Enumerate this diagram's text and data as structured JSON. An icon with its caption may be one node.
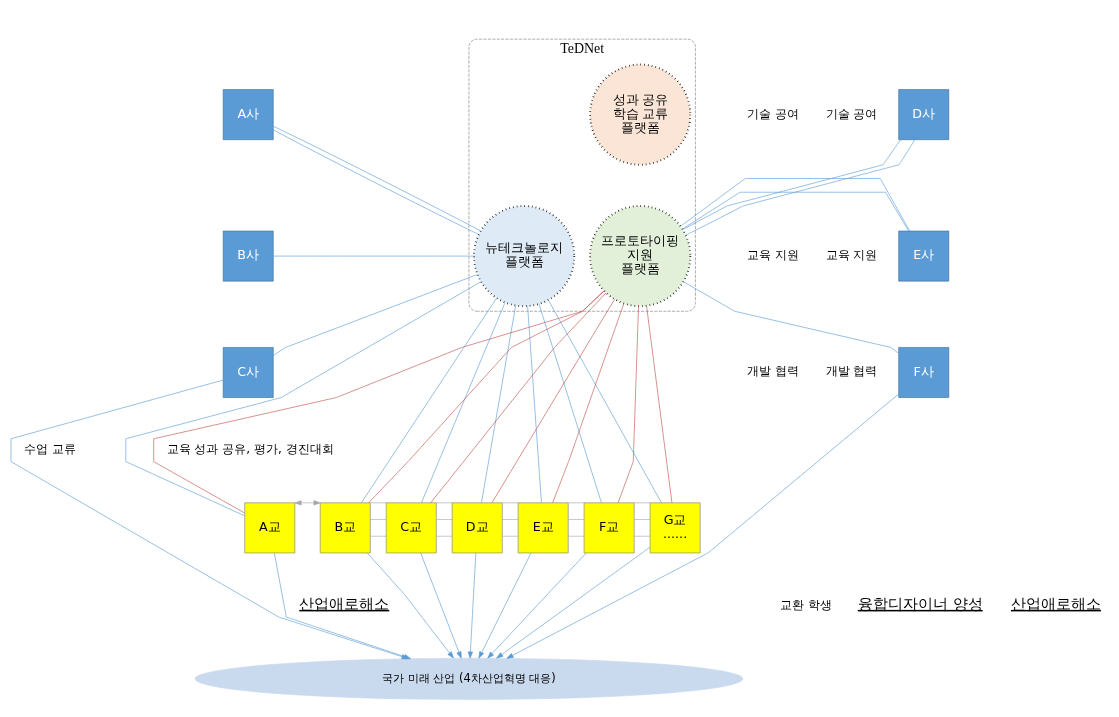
{
  "diagram": {
    "nodes": [
      {
        "text": [
          "TeDNet"
        ]
      },
      {
        "text": [
          "뉴테크놀로지 플랫폼"
        ],
        "in": 0
      },
      {
        "text": [
          "성과 공유 학습 교류 플랫폼"
        ],
        "in": 0
      },
      {
        "text": [
          "프로토타이핑 지원 플랫폼"
        ],
        "in": 0
      },
      {
        "text": [
          "A사"
        ]
      },
      {
        "text": [
          "B사"
        ]
      },
      {
        "text": [
          "C사"
        ]
      },
      {
        "text": [
          "D사"
        ]
      },
      {
        "text": [
          "E사"
        ]
      },
      {
        "text": [
          "F사"
        ]
      },
      {
        "text": [
          "A교"
        ]
      },
      {
        "text": [
          "B교"
        ]
      },
      {
        "text": [
          "C교"
        ]
      },
      {
        "text": [
          "D교"
        ]
      },
      {
        "text": [
          "E교"
        ]
      },
      {
        "text": [
          "F교"
        ]
      },
      {
        "text": [
          "G교",
          "......"
        ]
      },
      {
        "text": [
          "국가 미래 산업 (4차산업혁명 대응)"
        ]
      }
    ],
    "edges": [
      {
        "from": 4,
        "to": 1,
        "arrow": "none"
      },
      {
        "from": 4,
        "to": 1,
        "arrow": "none"
      },
      {
        "from": 5,
        "to": 1,
        "arrow": "none"
      },
      {
        "from": 6,
        "to": 1,
        "arrow": "none"
      },
      {
        "from": 7,
        "to": 3,
        "arrow": "none"
      },
      {
        "from": 7,
        "to": 3,
        "arrow": "none"
      },
      {
        "from": 8,
        "to": 3,
        "arrow": "none"
      },
      {
        "from": 8,
        "to": 3,
        "arrow": "none"
      },
      {
        "from": 9,
        "to": 3,
        "arrow": "none"
      },
      {
        "from": 1,
        "to": 10,
        "arrow": "none"
      },
      {
        "from": 3,
        "to": 10,
        "arrow": "none",
        "color": "#c0504d"
      },
      {
        "from": 1,
        "to": 11,
        "arrow": "none"
      },
      {
        "from": 3,
        "to": 11,
        "arrow": "none",
        "color": "#c0504d"
      },
      {
        "from": 1,
        "to": 12,
        "arrow": "none"
      },
      {
        "from": 3,
        "to": 12,
        "arrow": "none",
        "color": "#c0504d"
      },
      {
        "from": 1,
        "to": 13,
        "arrow": "none"
      },
      {
        "from": 3,
        "to": 13,
        "arrow": "none",
        "color": "#c0504d"
      },
      {
        "from": 1,
        "to": 14,
        "arrow": "none"
      },
      {
        "from": 3,
        "to": 14,
        "arrow": "none",
        "color": "#c0504d"
      },
      {
        "from": 1,
        "to": 15,
        "arrow": "none"
      },
      {
        "from": 3,
        "to": 15,
        "arrow": "none",
        "color": "#c0504d"
      },
      {
        "from": 1,
        "to": 16,
        "arrow": "none"
      },
      {
        "from": 3,
        "to": 16,
        "arrow": "none",
        "color": "#c0504d"
      },
      {
        "from": 10,
        "to": 11,
        "arrow": "both"
      },
      {
        "from": 11,
        "to": 12,
        "arrow": "none"
      },
      {
        "from": 11,
        "to": 12,
        "arrow": "none"
      },
      {
        "from": 11,
        "to": 12,
        "arrow": "none"
      },
      {
        "from": 12,
        "to": 13,
        "arrow": "none"
      },
      {
        "from": 12,
        "to": 13,
        "arrow": "none"
      },
      {
        "from": 12,
        "to": 13,
        "arrow": "none"
      },
      {
        "from": 13,
        "to": 14,
        "arrow": "none"
      },
      {
        "from": 13,
        "to": 14,
        "arrow": "none"
      },
      {
        "from": 13,
        "to": 14,
        "arrow": "none"
      },
      {
        "from": 14,
        "to": 15,
        "arrow": "none"
      },
      {
        "from": 14,
        "to": 15,
        "arrow": "none"
      },
      {
        "from": 14,
        "to": 15,
        "arrow": "none"
      },
      {
        "from": 15,
        "to": 16,
        "arrow": "none"
      },
      {
        "from": 15,
        "to": 16,
        "arrow": "none"
      },
      {
        "from": 15,
        "to": 16,
        "arrow": "none"
      },
      {
        "from": 6,
        "to": 17,
        "arrow": "to"
      },
      {
        "from": 10,
        "to": 17,
        "arrow": "to"
      },
      {
        "from": 11,
        "to": 17,
        "arrow": "to"
      },
      {
        "from": 12,
        "to": 17,
        "arrow": "to"
      },
      {
        "from": 13,
        "to": 17,
        "arrow": "to"
      },
      {
        "from": 14,
        "to": 17,
        "arrow": "to"
      },
      {
        "from": 15,
        "to": 17,
        "arrow": "to"
      },
      {
        "from": 16,
        "to": 17,
        "arrow": "to"
      },
      {
        "from": 9,
        "to": 17,
        "arrow": "to"
      }
    ],
    "labels": [
      "기술 공여",
      "교육 지원",
      "개발 협력",
      "기술 공여",
      "교육 지원",
      "개발 협력",
      "교육 성과 공유, 평가, 경진대회",
      "수업 교류",
      "교환 학생",
      "산업애로해소",
      "융합디자이너 양성",
      "산업애로해소"
    ]
  }
}
